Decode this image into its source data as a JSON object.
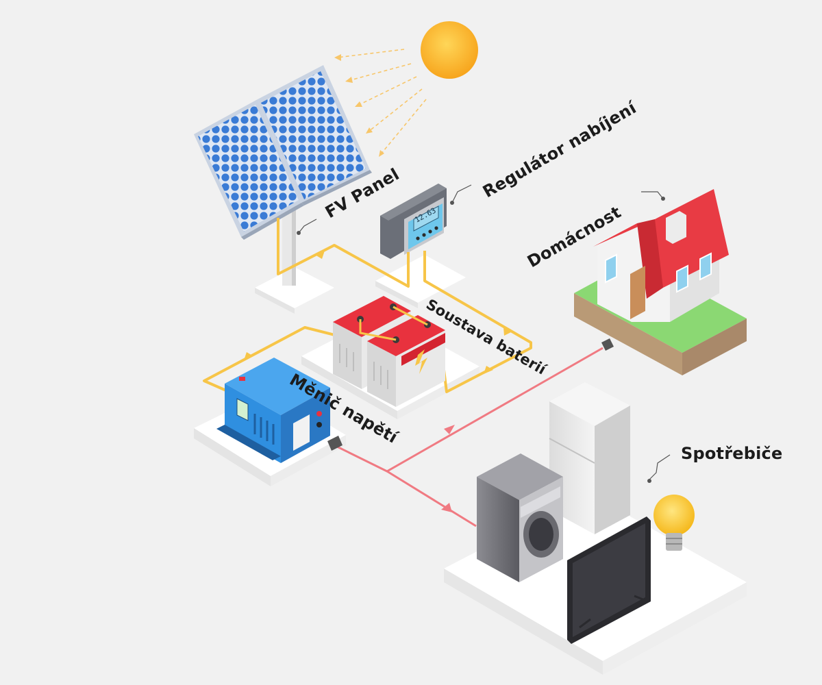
{
  "labels": {
    "fv_panel": "FV Panel",
    "charge_controller": "Regulátor nabíjení",
    "household": "Domácnost",
    "battery_system": "Soustava baterií",
    "inverter": "Měnič napětí",
    "appliances": "Spotřebiče"
  },
  "controller_display": "12.63",
  "colors": {
    "dc_wire": "#f7c548",
    "ac_wire": "#f07a82",
    "sun": "#fbb530",
    "panel_cell": "#3a7bd5",
    "roof": "#e83b44",
    "grass": "#8bd873",
    "inverter": "#2f8fe0",
    "battery_top": "#e8323e"
  }
}
